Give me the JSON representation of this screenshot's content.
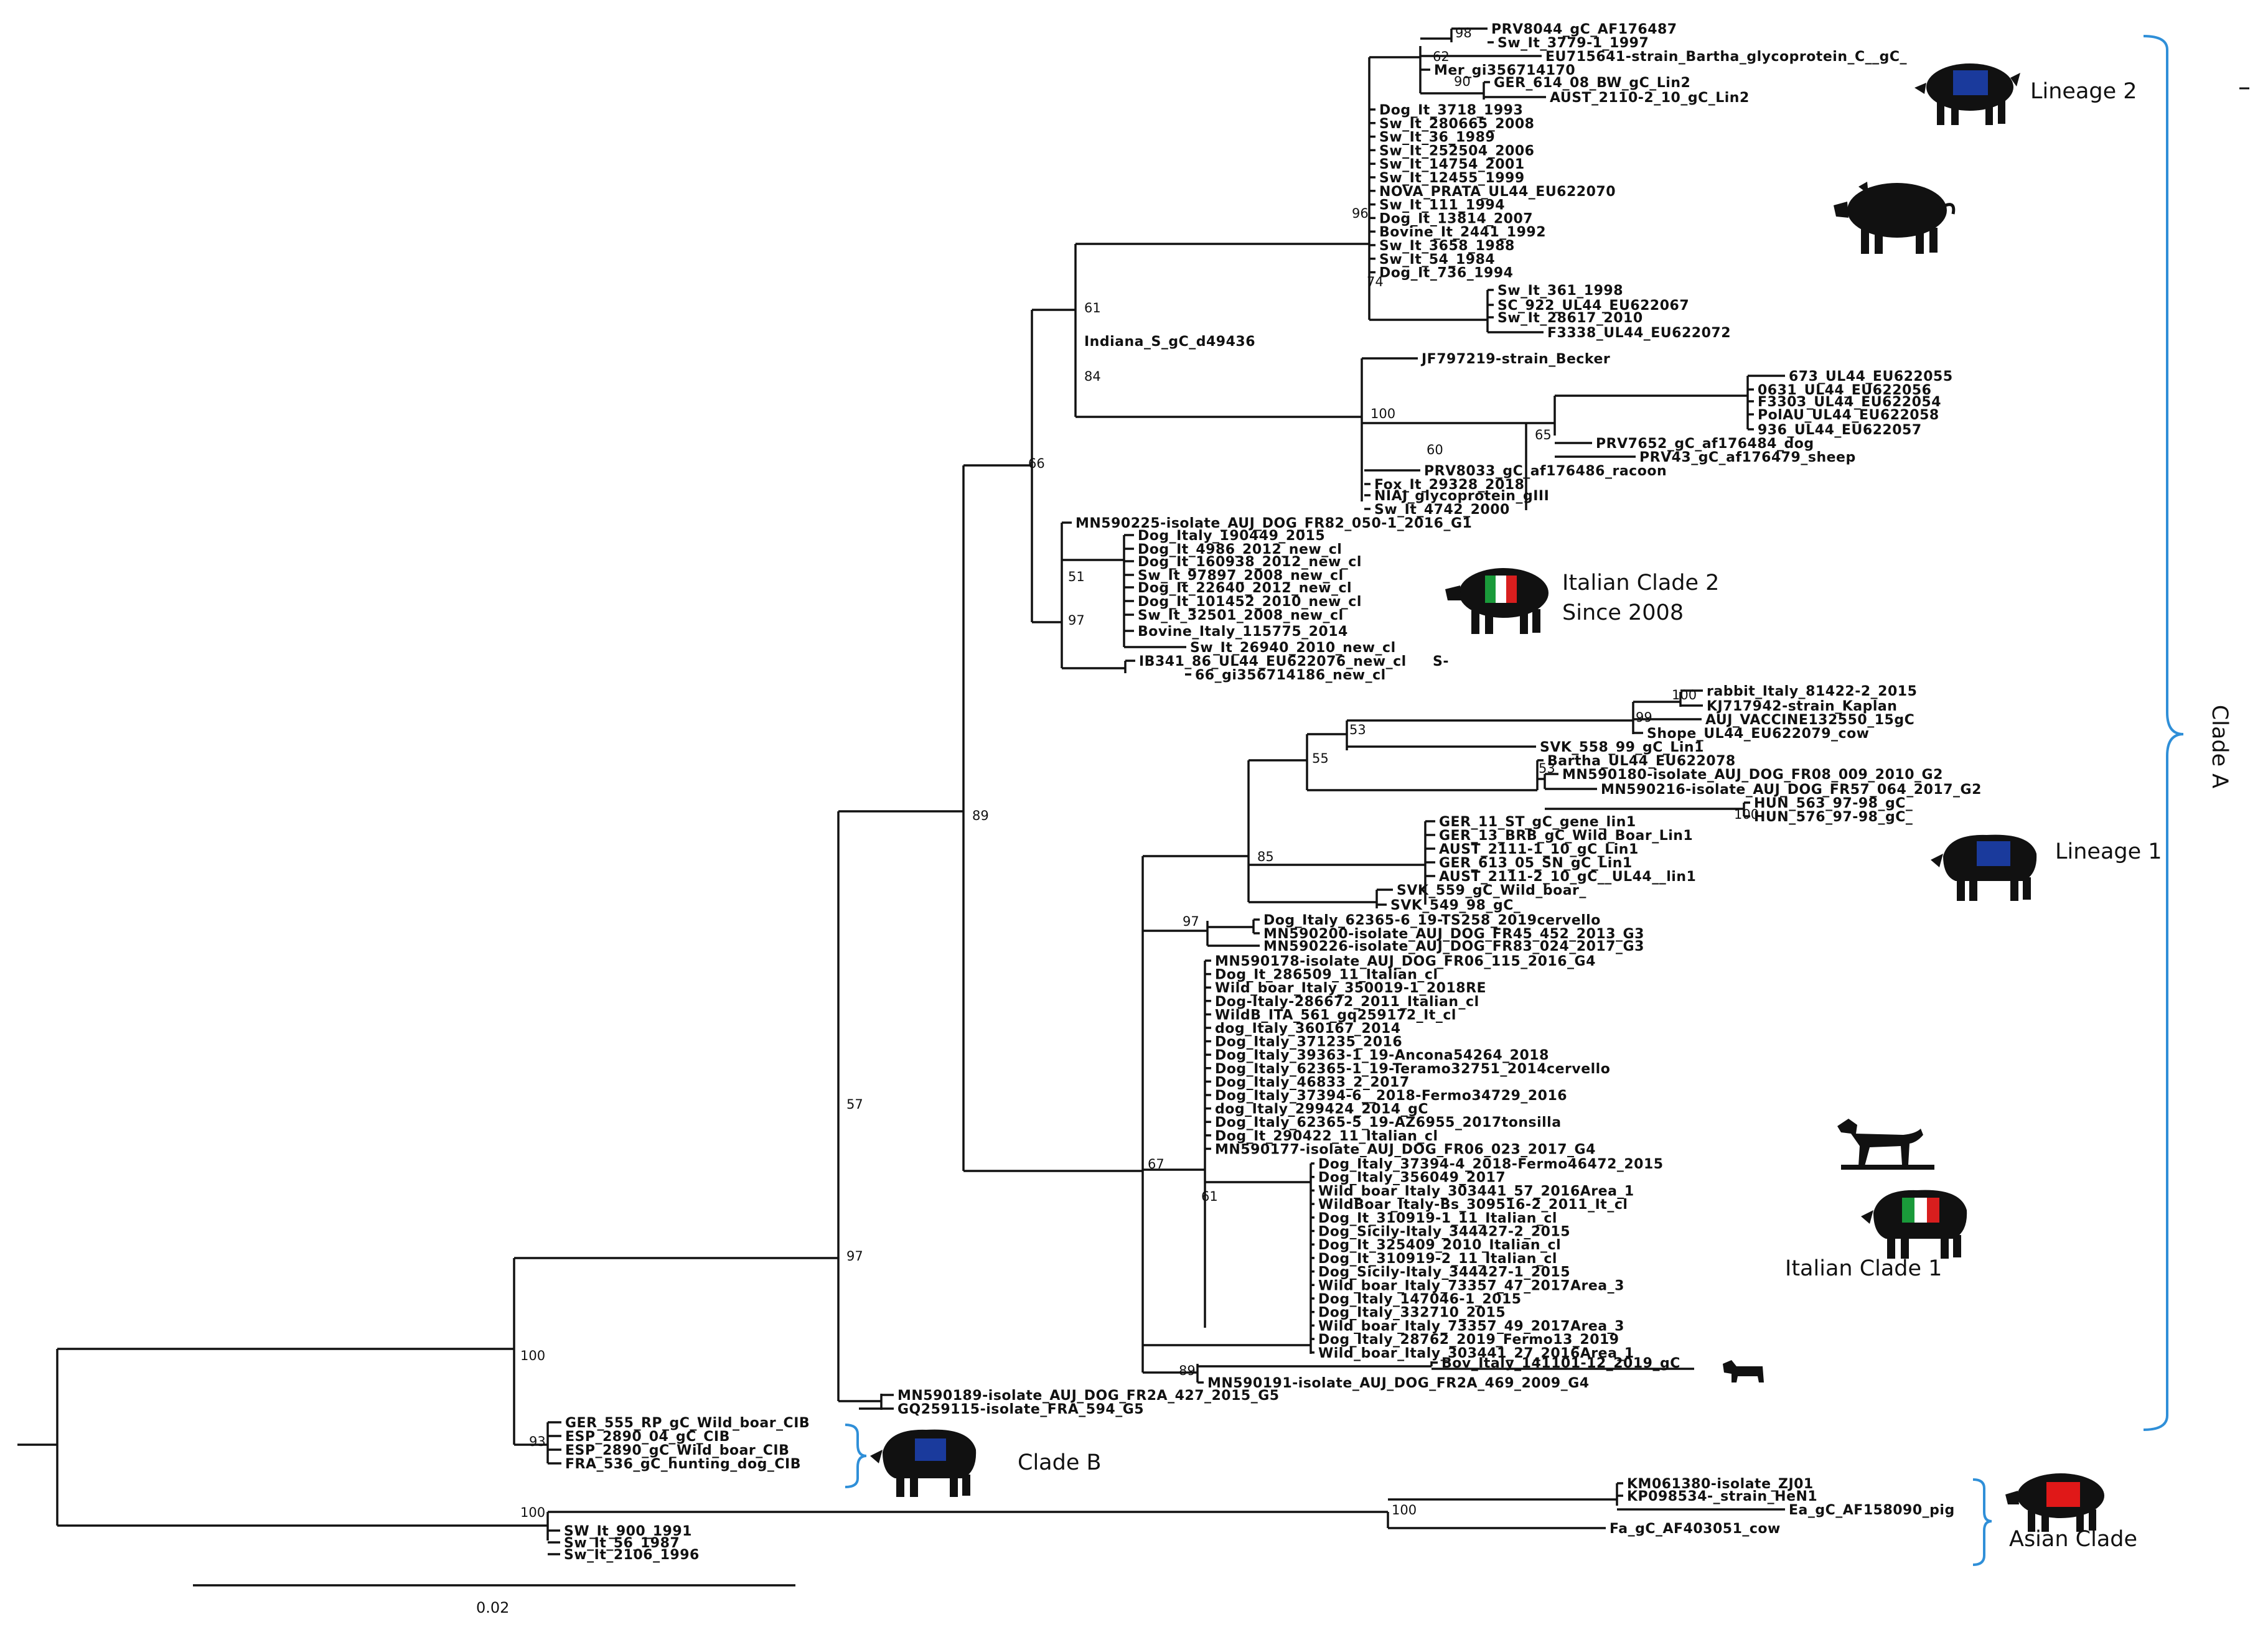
{
  "figure": {
    "scale_label": "0.02",
    "bootstrap": {
      "b100_root_clade": "100",
      "b93_cladeB": "93",
      "b97_cladeA": "97",
      "b57": "57",
      "b89": "89",
      "b66": "66",
      "b61_upper": "61",
      "b84": "84",
      "b96": "96",
      "b74": "74",
      "b98": "98",
      "b62": "62",
      "b90": "90",
      "b100_becker": "100",
      "b60": "60",
      "b65": "65",
      "b51": "51",
      "b97_ic2": "97",
      "b53_a": "53",
      "b100_rabbit": "100",
      "b99": "99",
      "b55": "55",
      "b53_b": "53",
      "b100_hun": "100",
      "b85": "85",
      "b97_ic1": "97",
      "b67": "67",
      "b61_ic1": "61",
      "b89_bov": "89",
      "b100_asian_root": "100",
      "b100_asian": "100"
    },
    "internal_label": "Indiana_S_gC_d49436",
    "clades": {
      "clade_a": "Clade A",
      "clade_b": "Clade B",
      "asian_clade": "Asian Clade",
      "lineage_2": "Lineage 2",
      "lineage_1": "Lineage 1",
      "italian_clade_2_line1": "Italian Clade 2",
      "italian_clade_2_line2": "Since 2008",
      "italian_clade_1": "Italian Clade 1"
    },
    "leaves": {
      "lin2": [
        "PRV8044_gC_AF176487",
        "Sw_It_3779-1_1997",
        "EU715641-strain_Bartha_glycoprotein_C__gC_",
        "Mer_gi356714170",
        "GER_614_08_BW_gC_Lin2",
        "AUST_2110-2_10_gC_Lin2"
      ],
      "sw_group": [
        "Dog_It_3718_1993",
        "Sw_It_280665_2008",
        "Sw_It_36_1989",
        "Sw_It_252504_2006",
        "Sw_It_14754_2001",
        "Sw_It_12455_1999",
        "NOVA_PRATA_UL44_EU622070",
        "Sw_It_111_1994",
        "Dog_It_13814_2007",
        "Bovine_It_2441_1992",
        "Sw_It_3658_1988",
        "Sw_It_54_1984",
        "Dog_It_736_1994"
      ],
      "sw74": [
        "Sw_It_361_1998",
        "SC_922_UL44_EU622067",
        "Sw_It_28617_2010",
        "F3338_UL44_EU622072"
      ],
      "becker": "JF797219-strain_Becker",
      "ul44": [
        "673_UL44_EU622055",
        "0631_UL44_EU622056",
        "F3303_UL44_EU622054",
        "PolAU_UL44_EU622058",
        "936_UL44_EU622057"
      ],
      "prv65": [
        "PRV7652_gC_af176484_dog",
        "PRV43_gC_af176479_sheep"
      ],
      "prv60": [
        "PRV8033_gC_af176486_racoon",
        "Fox_It_29328_2018",
        "NIAJ_glycoprotein_gIII",
        "Sw_It_4742_2000"
      ],
      "ic2": [
        "MN590225-isolate_AUJ_DOG_FR82_050-1_2016_G1",
        "Dog_Italy_190449_2015",
        "Dog_It_4986_2012_new_cl",
        "Dog_It_160938_2012_new_cl",
        "Sw_It_97897_2008_new_cl",
        "Dog_It_22640_2012_new_cl",
        "Dog_It_101452_2010_new_cl",
        "Sw_It_32501_2008_new_cl",
        "Bovine_Italy_115775_2014",
        "Sw_It_26940_2010_new_cl",
        "IB341_86_UL44_EU622076_new_cl",
        "S-",
        "66_gi356714186_new_cl"
      ],
      "lin1_top": [
        "rabbit_Italy_81422-2_2015",
        "KJ717942-strain_Kaplan",
        "AUJ_VACCINE132550_15gC",
        "Shope_UL44_EU622079_cow",
        "SVK_558_99_gC_Lin1",
        "Bartha_UL44_EU622078",
        "MN590180-isolate_AUJ_DOG_FR08_009_2010_G2",
        "MN590216-isolate_AUJ_DOG_FR57_064_2017_G2",
        "HUN_563_97-98_gC_",
        "HUN_576_97-98_gC_"
      ],
      "lin1_bottom": [
        "GER_11_ST_gC_gene_lin1",
        "GER_13_BRB_gC_Wild_Boar_Lin1",
        "AUST_2111-1_10_gC_Lin1",
        "GER_613_05_SN_gC_Lin1",
        "AUST_2111-2_10_gC__UL44__lin1",
        "SVK_559_gC_Wild_boar_",
        "SVK_549_98_gC_"
      ],
      "g3": [
        "Dog_Italy_62365-6_19-TS258_2019cervello",
        "MN590200-isolate_AUJ_DOG_FR45_452_2013_G3",
        "MN590226-isolate_AUJ_DOG_FR83_024_2017_G3"
      ],
      "ic1_a": [
        "MN590178-isolate_AUJ_DOG_FR06_115_2016_G4",
        "Dog_It_286509_11_Italian_cl",
        "Wild_boar_Italy_350019-1_2018RE",
        "Dog-Italy-286672_2011_Italian_cl",
        "WildB_ITA_561_gq259172_It_cl",
        "dog_Italy_360167_2014",
        "Dog_Italy_371235_2016",
        "Dog_Italy_39363-1_19-Ancona54264_2018",
        "Dog_Italy_62365-1_19-Teramo32751_2014cervello",
        "Dog_Italy_46833_2_2017",
        "Dog_Italy_37394-6__2018-Fermo34729_2016",
        "dog_Italy_299424_2014_gC",
        "Dog_Italy_62365-5_19-AZ6955_2017tonsilla",
        "Dog_It_290422_11_Italian_cl",
        "MN590177-isolate_AUJ_DOG_FR06_023_2017_G4"
      ],
      "ic1_b": [
        "Dog_Italy_37394-4_2018-Fermo46472_2015",
        "Dog_Italy_356049_2017",
        "Wild_boar_Italy_303441_57_2016Area_1",
        "WildBoar_Italy-Bs_309516-2_2011_It_cl",
        "Dog_It_310919-1_11_Italian_cl",
        "Dog_Sicily-Italy_344427-2_2015",
        "Dog_It_325409_2010_Italian_cl",
        "Dog_It_310919-2_11_Italian_cl",
        "Dog_Sicily-Italy_344427-1_2015",
        "Wild_boar_Italy_73357_47_2017Area_3",
        "Dog_Italy_147046-1_2015",
        "Dog_Italy_332710_2015",
        "Wild_boar_Italy_73357_49_2017Area_3",
        "Dog_Italy_28762_2019_Fermo13_2019",
        "Wild_boar_Italy_303441_27_2016Area_1"
      ],
      "bov": [
        "Bov_Italy_141101-12_2019_gC",
        "MN590191-isolate_AUJ_DOG_FR2A_469_2009_G4"
      ],
      "g5": [
        "MN590189-isolate_AUJ_DOG_FR2A_427_2015_G5",
        "GQ259115-isolate_FRA_594_G5"
      ],
      "cladeB": [
        "GER_555_RP_gC_Wild_boar_CIB",
        "ESP_2890_04_gC_CIB",
        "ESP_2890_gC_Wild_boar_CIB",
        "FRA_536_gC_hunting_dog_CIB"
      ],
      "outgroup": [
        "SW_It_900_1991",
        "Sw_It_56_1987",
        "Sw_It_2106_1996"
      ],
      "asian": [
        "KM061380-isolate_ZJ01",
        "KP098534-_strain_HeN1",
        "Ea_gC_AF158090_pig",
        "Fa_gC_AF403051_cow"
      ]
    },
    "icons": [
      "pig-eu-flag-icon",
      "pig-icon",
      "pig-italy-flag-icon",
      "boar-eu-flag-icon",
      "dog-icon",
      "boar-italy-flag-icon",
      "cow-icon",
      "boar-eu-flag-icon",
      "pig-china-flag-icon"
    ],
    "colors": {
      "bracket": "#2f8fd8",
      "eu_blue": "#1a3a9c",
      "it_green": "#1a9a3a",
      "it_red": "#d81e1e",
      "cn_red": "#e01818"
    }
  }
}
